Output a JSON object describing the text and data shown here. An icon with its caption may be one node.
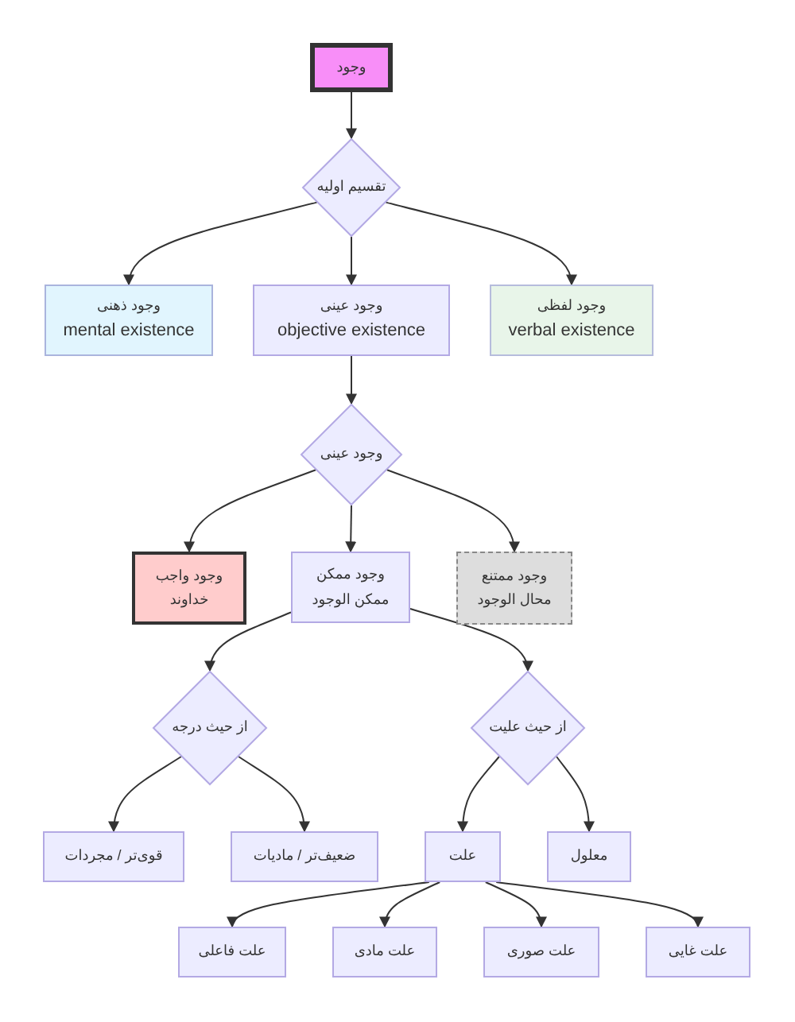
{
  "diagram": {
    "nodes": [
      {
        "text": [
          "وجود"
        ]
      },
      {
        "text": [
          "تقسیم اولیه"
        ]
      },
      {
        "text": [
          "وجود ذهنی",
          "mental existence"
        ]
      },
      {
        "text": [
          "وجود عینی",
          "objective existence"
        ]
      },
      {
        "text": [
          "وجود لفظی",
          "verbal existence"
        ]
      },
      {
        "text": [
          "وجود عینی"
        ]
      },
      {
        "text": [
          "وجود واجب",
          "خداوند"
        ]
      },
      {
        "text": [
          "وجود ممکن",
          "ممکن الوجود"
        ]
      },
      {
        "text": [
          "وجود ممتنع",
          "محال الوجود"
        ]
      },
      {
        "text": [
          "از حیث درجه"
        ]
      },
      {
        "text": [
          "از حیث علیت"
        ]
      },
      {
        "text": [
          "قوی‌تر / مجردات"
        ]
      },
      {
        "text": [
          "ضعیف‌تر / مادیات"
        ]
      },
      {
        "text": [
          "علت"
        ]
      },
      {
        "text": [
          "معلول"
        ]
      },
      {
        "text": [
          "علت فاعلی"
        ]
      },
      {
        "text": [
          "علت مادی"
        ]
      },
      {
        "text": [
          "علت صوری"
        ]
      },
      {
        "text": [
          "علت غایی"
        ]
      }
    ],
    "edges": [
      {
        "from": 0,
        "to": 1,
        "arrow": "to"
      },
      {
        "from": 1,
        "to": 2,
        "arrow": "to"
      },
      {
        "from": 1,
        "to": 3,
        "arrow": "to"
      },
      {
        "from": 1,
        "to": 4,
        "arrow": "to"
      },
      {
        "from": 3,
        "to": 5,
        "arrow": "to"
      },
      {
        "from": 5,
        "to": 6,
        "arrow": "to"
      },
      {
        "from": 5,
        "to": 7,
        "arrow": "to"
      },
      {
        "from": 5,
        "to": 8,
        "arrow": "to"
      },
      {
        "from": 7,
        "to": 9,
        "arrow": "to"
      },
      {
        "from": 7,
        "to": 10,
        "arrow": "to"
      },
      {
        "from": 9,
        "to": 11,
        "arrow": "to"
      },
      {
        "from": 9,
        "to": 12,
        "arrow": "to"
      },
      {
        "from": 10,
        "to": 13,
        "arrow": "to"
      },
      {
        "from": 10,
        "to": 14,
        "arrow": "to"
      },
      {
        "from": 13,
        "to": 15,
        "arrow": "to"
      },
      {
        "from": 13,
        "to": 16,
        "arrow": "to"
      },
      {
        "from": 13,
        "to": 17,
        "arrow": "to"
      },
      {
        "from": 13,
        "to": 18,
        "arrow": "to"
      }
    ]
  }
}
